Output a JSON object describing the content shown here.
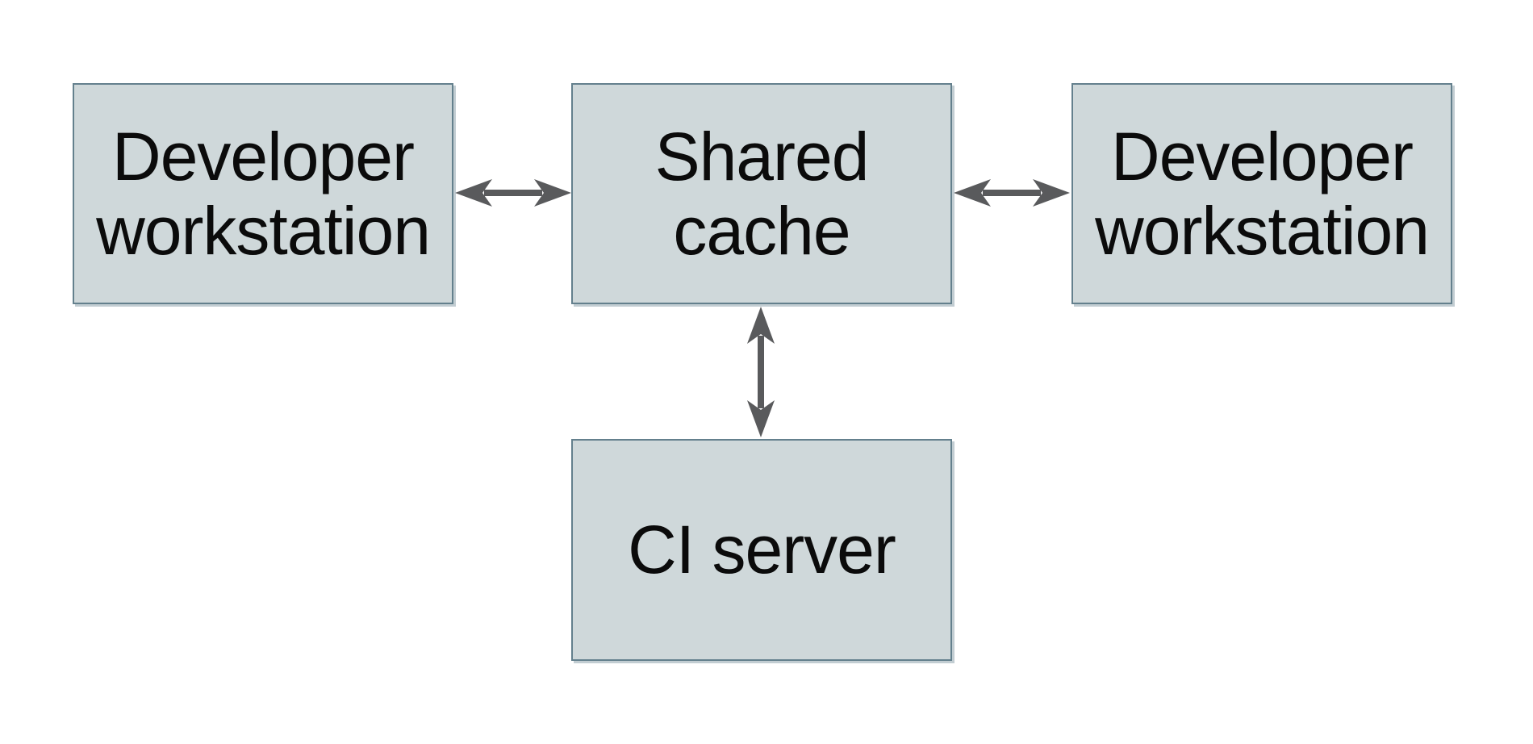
{
  "diagram": {
    "type": "architecture-diagram",
    "nodes": [
      {
        "id": "developer-workstation-left",
        "label": "Developer workstation"
      },
      {
        "id": "shared-cache",
        "label": "Shared cache"
      },
      {
        "id": "developer-workstation-right",
        "label": "Developer workstation"
      },
      {
        "id": "ci-server",
        "label": "CI server"
      }
    ],
    "edges": [
      {
        "from": "developer-workstation-left",
        "to": "shared-cache",
        "direction": "bidirectional"
      },
      {
        "from": "shared-cache",
        "to": "developer-workstation-right",
        "direction": "bidirectional"
      },
      {
        "from": "shared-cache",
        "to": "ci-server",
        "direction": "bidirectional"
      }
    ],
    "colors": {
      "node_fill": "#cfd8da",
      "node_border": "#64808d",
      "arrow": "#595a5c",
      "text": "#0b0b0b",
      "background": "#ffffff"
    }
  }
}
